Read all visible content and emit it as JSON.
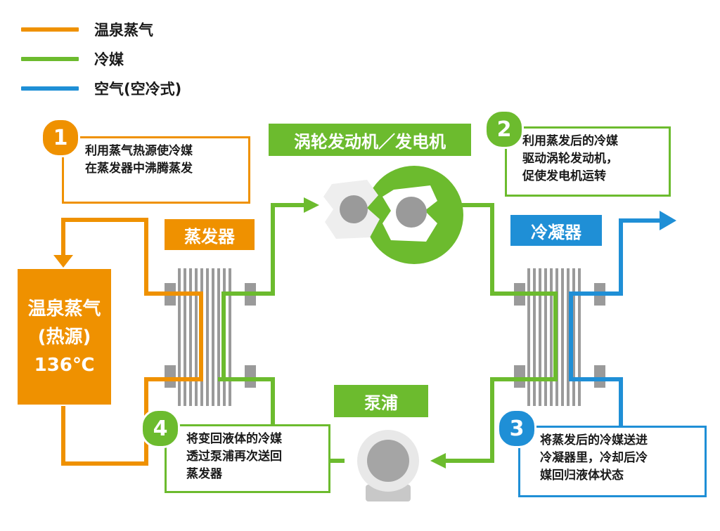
{
  "colors": {
    "hot_spring_steam": "#ef9100",
    "refrigerant": "#6cbb2e",
    "air": "#1f8fd6",
    "equipment_gray": "#9a9a9a"
  },
  "legend": [
    {
      "label": "温泉蒸气",
      "color": "#ef9100"
    },
    {
      "label": "冷媒",
      "color": "#6cbb2e"
    },
    {
      "label": "空气(空冷式)",
      "color": "#1f8fd6"
    }
  ],
  "components": {
    "evaporator": "蒸发器",
    "turbine": "涡轮发动机／发电机",
    "condenser": "冷凝器",
    "pump": "泵浦"
  },
  "heat_source": {
    "line1": "温泉蒸气",
    "line2": "(热源)",
    "line3": "136℃"
  },
  "steps": [
    {
      "number": "1",
      "lines": [
        "利用蒸气热源使冷媒",
        "在蒸发器中沸腾蒸发"
      ]
    },
    {
      "number": "2",
      "lines": [
        "利用蒸发后的冷媒",
        "驱动涡轮发动机，",
        "促使发电机运转"
      ]
    },
    {
      "number": "3",
      "lines": [
        "将蒸发后的冷媒送进",
        "冷凝器里，冷却后冷",
        "媒回归液体状态"
      ]
    },
    {
      "number": "4",
      "lines": [
        "将变回液体的冷媒",
        "透过泵浦再次送回",
        "蒸发器"
      ]
    }
  ]
}
